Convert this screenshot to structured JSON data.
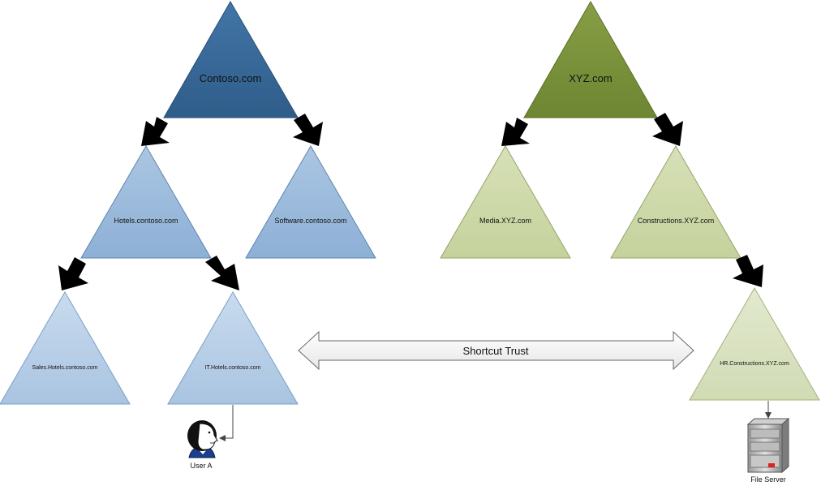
{
  "forests": [
    {
      "root": "Contoso.com",
      "children": [
        "Hotels.contoso.com",
        "Software.contoso.com"
      ],
      "grandchildren": [
        "Sales.Hotels.contoso.com",
        "IT.Hotels.contoso.com"
      ]
    },
    {
      "root": "XYZ.com",
      "children": [
        "Media.XYZ.com",
        "Constructions.XYZ.com"
      ],
      "grandchildren": [
        "HR.Constructions.XYZ.com"
      ]
    }
  ],
  "trust": {
    "label": "Shortcut Trust"
  },
  "user": {
    "label": "User A",
    "icon": "user-icon"
  },
  "server": {
    "label": "File Server",
    "icon": "server-icon"
  },
  "colors": {
    "contoso_root": "#3a6a9a",
    "contoso_child": "#9bbbdc",
    "contoso_grandchild": "#b8d0e6",
    "xyz_root": "#7a913a",
    "xyz_child": "#ccd8a8",
    "xyz_grandchild": "#dae3c5"
  }
}
